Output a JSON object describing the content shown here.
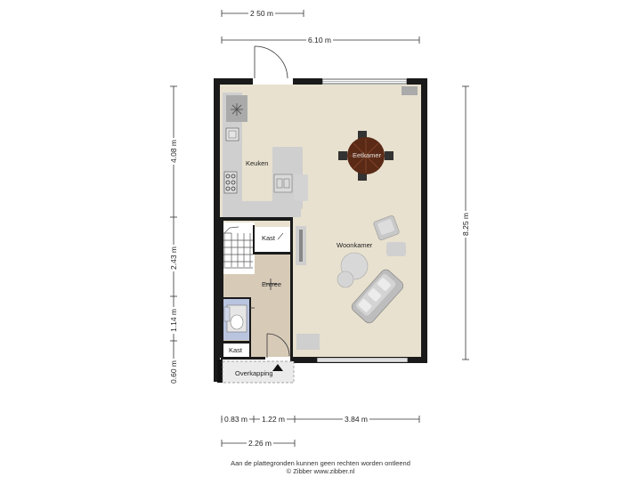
{
  "dimensions": {
    "top_250": "2 50 m",
    "top_610": "6.10 m",
    "left_408": "4.08 m",
    "left_243": "2.43 m",
    "left_114": "1.14 m",
    "left_060": "0.60 m",
    "right_825": "8.25 m",
    "bottom_083": "0.83 m",
    "bottom_122": "1.22 m",
    "bottom_384": "3.84 m",
    "bottom_226": "2.26 m"
  },
  "rooms": {
    "keuken": "Keuken",
    "eetkamer": "Eetkamer",
    "woonkamer": "Woonkamer",
    "kast_upper": "Kast",
    "entree": "Entree",
    "kast_lower": "Kast",
    "overkapping": "Overkapping"
  },
  "footer": {
    "line1": "Aan de plattegronden kunnen geen rechten worden ontleend",
    "line2": "© Zibber www.zibber.nl"
  },
  "colors": {
    "living_floor": "#e8e1cf",
    "entree_floor": "#d7cbb8",
    "toilet_floor": "#b9c4df",
    "wall": "#1a1a1a",
    "furniture": "#cccccc",
    "table": "#5a2a17"
  }
}
